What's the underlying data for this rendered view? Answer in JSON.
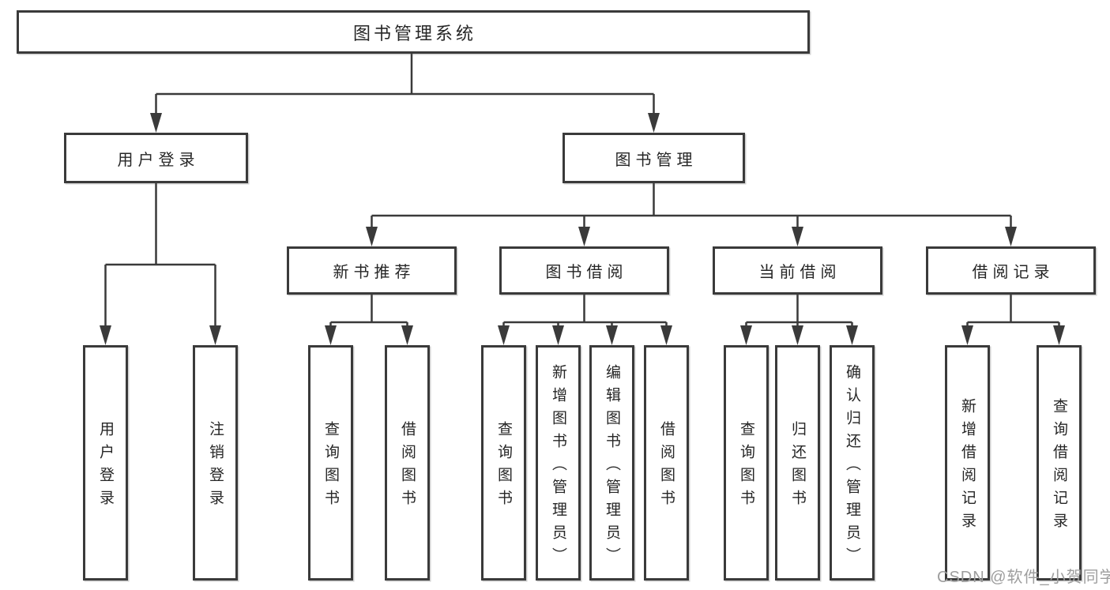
{
  "tree": {
    "root": {
      "label": "图书管理系统"
    },
    "branches": [
      {
        "label": "用户登录",
        "children": [
          {
            "label": "用户登录"
          },
          {
            "label": "注销登录"
          }
        ]
      },
      {
        "label": "图书管理",
        "children": [
          {
            "label": "新书推荐",
            "children": [
              {
                "label": "查询图书"
              },
              {
                "label": "借阅图书"
              }
            ]
          },
          {
            "label": "图书借阅",
            "children": [
              {
                "label": "查询图书"
              },
              {
                "label": "新增图书（管理员）"
              },
              {
                "label": "编辑图书（管理员）"
              },
              {
                "label": "借阅图书"
              }
            ]
          },
          {
            "label": "当前借阅",
            "children": [
              {
                "label": "查询图书"
              },
              {
                "label": "归还图书"
              },
              {
                "label": "确认归还（管理员）"
              }
            ]
          },
          {
            "label": "借阅记录",
            "children": [
              {
                "label": "新增借阅记录"
              },
              {
                "label": "查询借阅记录"
              }
            ]
          }
        ]
      }
    ]
  },
  "watermark": {
    "text": "CSDN @软件_小贺同学"
  },
  "colors": {
    "line": "#3a3a3a",
    "text": "#262626",
    "background": "#ffffff",
    "watermark": "#9e9e9e"
  }
}
